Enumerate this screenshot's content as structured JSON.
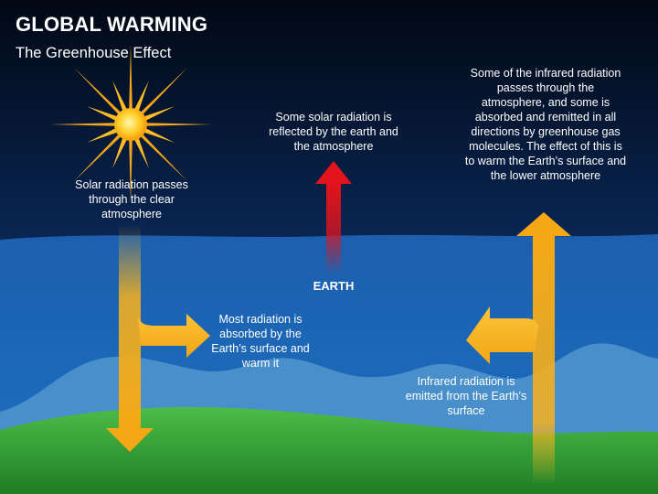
{
  "header": {
    "title": "GLOBAL WARMING",
    "subtitle": "The Greenhouse Effect"
  },
  "labels": {
    "solar_radiation": "Solar radiation passes through the clear atmosphere",
    "reflected": "Some solar radiation is reflected by the earth and the atmosphere",
    "infrared_greenhouse": "Some of the infrared radiation passes through the atmosphere, and some is absorbed and remitted in all directions by greenhouse gas molecules. The effect of this is to warm the Earth’s surface and the lower atmosphere",
    "earth": "EARTH",
    "absorbed": "Most radiation is absorbed by the Earth’s surface and warm it",
    "infrared_emitted": "Infrared radiation is emitted from the Earth’s surface"
  },
  "colors": {
    "sky_top": "#020814",
    "sky_bottom": "#0f3a78",
    "atmosphere": "#1a63b0",
    "hills": "#4d93cf",
    "ground": "#3cae3a",
    "sun": "#fbb81c",
    "arrow_orange": "#f7b21e",
    "arrow_red": "#e3141b"
  }
}
